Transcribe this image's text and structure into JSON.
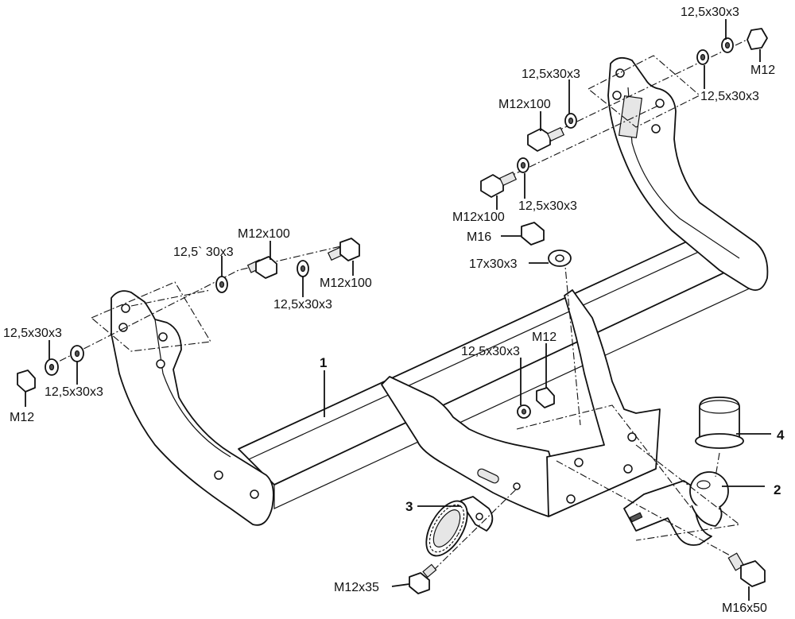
{
  "parts": {
    "main_bar": "1",
    "ball": "2",
    "socket_plate": "3",
    "cap": "4"
  },
  "hardware": {
    "top_right_washer_a": "12,5x30x3",
    "top_right_nut": "M12",
    "top_right_washer_b": "12,5x30x3",
    "right_washer_upper": "12,5x30x3",
    "right_bolt_upper": "M12x100",
    "right_bolt_lower": "M12x100",
    "right_washer_lower": "12,5x30x3",
    "center_nut_m16": "M16",
    "center_washer_17": "17x30x3",
    "left_bolt_upper": "M12x100",
    "left_washer_upper": "12,5`  30x3",
    "left_bolt_right": "M12x100",
    "left_washer_right": "12,5x30x3",
    "far_left_washer_a": "12,5x30x3",
    "far_left_washer_b": "12,5x30x3",
    "far_left_nut": "M12",
    "mid_washer": "12,5x30x3",
    "mid_nut": "M12",
    "socket_bolt": "M12x35",
    "ball_bolt": "M16x50"
  }
}
